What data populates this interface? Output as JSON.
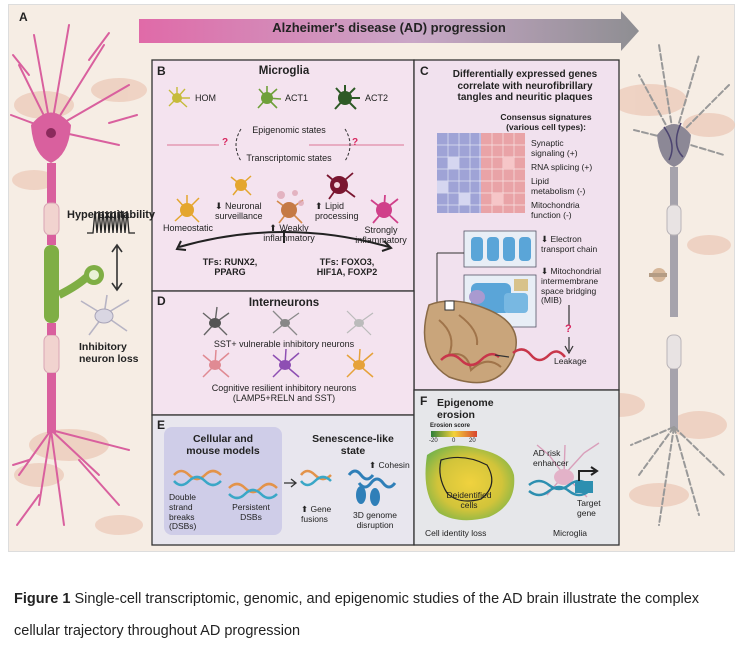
{
  "figure": {
    "banner": "Alzheimer's disease (AD) progression",
    "panel_letters": {
      "a": "A",
      "b": "B",
      "c": "C",
      "d": "D",
      "e": "E",
      "f": "F"
    },
    "panel_a": {
      "hyperexcitability": "Hyperexcitability",
      "inhibitory_loss": "Inhibitory\nneuron loss"
    },
    "panel_b": {
      "title": "Microglia",
      "states": [
        "HOM",
        "ACT1",
        "ACT2"
      ],
      "epigenomic": "Epigenomic states",
      "transcriptomic": "Transcriptomic states",
      "question": "?",
      "homeostatic": "Homeostatic",
      "neuronal_surveillance": "⬇ Neuronal\nsurveillance",
      "weakly_inflammatory": "⬆ Weakly\ninflammatory",
      "lipid_processing": "⬆ Lipid\nprocessing",
      "strongly_inflammatory": "Strongly\ninflammatory",
      "tfs_left": "TFs: RUNX2,\nPPARG",
      "tfs_right": "TFs: FOXO3,\nHIF1A, FOXP2"
    },
    "panel_c": {
      "title": "Differentially expressed genes\ncorrelate with neurofibrillary\ntangles and neuritic plaques",
      "consensus": "Consensus signatures\n(various cell types):",
      "signatures": [
        "Synaptic\nsignaling (+)",
        "RNA splicing (+)",
        "Lipid\nmetabolism (-)",
        "Mitochondria\nfunction (-)"
      ],
      "electron": "⬇ Electron\ntransport chain",
      "mib": "⬇ Mitochondrial\nintermembrane\nspace bridging\n(MIB)",
      "question": "?",
      "leakage": "Leakage"
    },
    "panel_d": {
      "title": "Interneurons",
      "sst": "SST+ vulnerable inhibitory neurons",
      "resilient": "Cognitive resilient inhibitory neurons\n(LAMP5+RELN and SST)"
    },
    "panel_e": {
      "models": "Cellular and\nmouse models",
      "dsb": "Double\nstrand\nbreaks\n(DSBs)",
      "persistent": "Persistent\nDSBs",
      "senescence": "Senescence-like\nstate",
      "cohesin": "⬆ Cohesin",
      "fusions": "⬆ Gene\nfusions",
      "disruption": "3D genome\ndisruption"
    },
    "panel_f": {
      "title": "Epigenome\nerosion",
      "erosion_score": "Erosion score",
      "scale_ticks": [
        "-20",
        "0",
        "20"
      ],
      "deidentified": "Deidentified\ncells",
      "identity_loss": "Cell identity loss",
      "ad_risk": "AD risk\nenhancer",
      "target": "Target\ngene",
      "microglia": "Microglia"
    },
    "colors": {
      "banner": "#d96aa6",
      "panel_b_bg": "#f4e3ef",
      "panel_c_bg": "#f1e1ee",
      "panel_d_bg": "#f4e3ef",
      "panel_e_bg": "#e8e6ee",
      "panel_f_bg": "#e6e7ea",
      "neuron_pink": "#d9609e",
      "neuron_gray": "#9a9a9a",
      "axon_green": "#7fae45",
      "heatmap_blue": "#9fa3d6",
      "heatmap_red": "#e69a9d"
    }
  },
  "caption": {
    "label": "Figure 1",
    "text": "Single-cell transcriptomic, genomic, and epigenomic studies of the AD brain illustrate the complex cellular trajectory throughout AD progression"
  }
}
